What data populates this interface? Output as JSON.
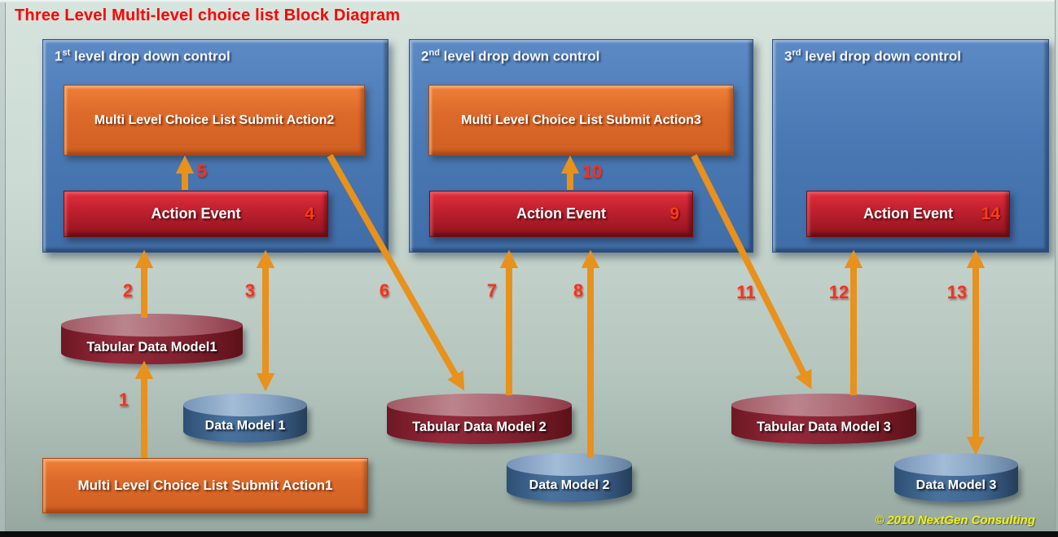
{
  "title": "Three Level Multi-level choice list Block Diagram",
  "copyright": "© 2010 NextGen Consulting",
  "colors": {
    "title_red": "#ff0000",
    "panel_blue": "#4a79b4",
    "box_orange": "#dd6a2a",
    "box_red": "#c52231",
    "cylinder_dark_red": "#822230",
    "cylinder_blue": "#3f6590",
    "arrow_orange": "#e8911c",
    "flow_number_red": "#ff2f1a",
    "copyright_yellow": "#f2f20c",
    "background_green": "#c3d4cd"
  },
  "panels": [
    {
      "num": "1",
      "sup": "st",
      "title": " level drop down control",
      "submit_action": "Multi Level Choice List Submit Action2",
      "action_event": "Action Event",
      "action_event_num": "4"
    },
    {
      "num": "2",
      "sup": "nd",
      "title": " level drop down control",
      "submit_action": "Multi Level Choice List Submit Action3",
      "action_event": "Action Event",
      "action_event_num": "9"
    },
    {
      "num": "3",
      "sup": "rd",
      "title": " level drop down control",
      "action_event": "Action Event",
      "action_event_num": "14"
    }
  ],
  "bottom_box": {
    "label": "Multi Level Choice List Submit Action1"
  },
  "cylinders": [
    {
      "label": "Tabular Data Model1",
      "type": "tabular"
    },
    {
      "label": "Data Model 1",
      "type": "data"
    },
    {
      "label": "Tabular Data Model 2",
      "type": "tabular"
    },
    {
      "label": "Data Model 2",
      "type": "data"
    },
    {
      "label": "Tabular Data Model 3",
      "type": "tabular"
    },
    {
      "label": "Data Model 3",
      "type": "data"
    }
  ],
  "flow_labels": {
    "1": "1",
    "2": "2",
    "3": "3",
    "5": "5",
    "6": "6",
    "7": "7",
    "8": "8",
    "10": "10",
    "11": "11",
    "12": "12",
    "13": "13"
  }
}
